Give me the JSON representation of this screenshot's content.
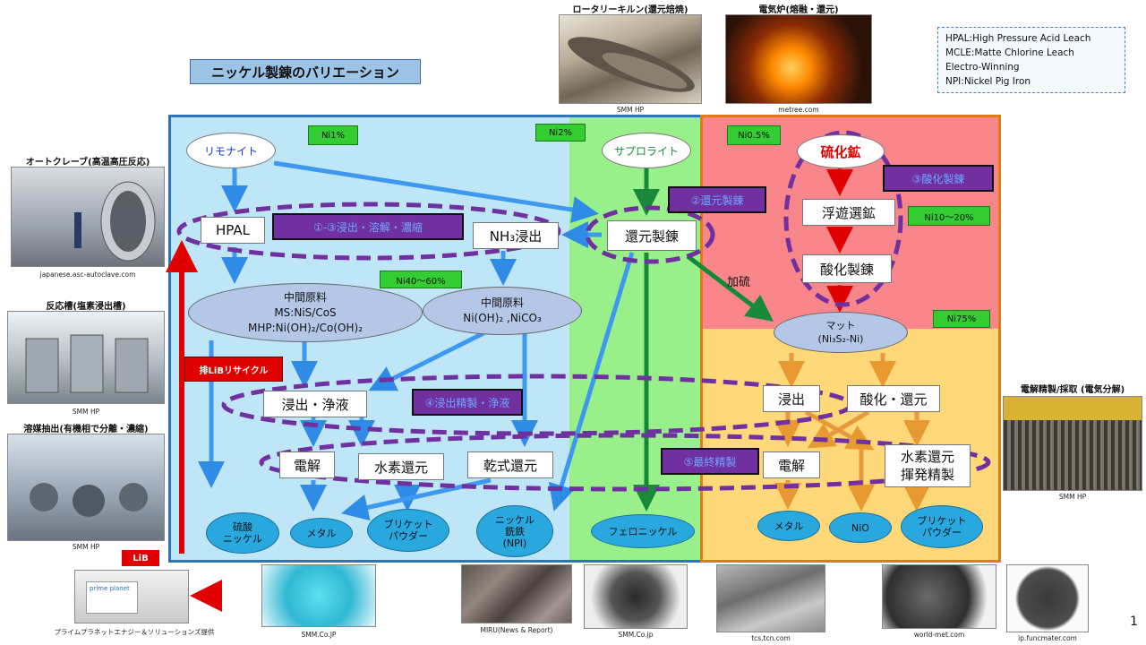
{
  "title": "ニッケル製錬のバリエーション",
  "legend": [
    "HPAL:High Pressure Acid Leach",
    "MCLE:Matte Chlorine Leach",
    "Electro-Winning",
    "NPI:Nickel Pig Iron"
  ],
  "page_number": "1",
  "photos": {
    "kiln": {
      "head": "ロータリーキルン(還元焙焼)",
      "cap": "SMM HP"
    },
    "furnace": {
      "head": "電気炉(熔融・還元)",
      "cap": "metree.com"
    },
    "autoclave": {
      "head": "オートクレーブ(高温高圧反応)",
      "cap": "japanese.asc-autoclave.com"
    },
    "reactor": {
      "head": "反応槽(塩素浸出槽)",
      "cap": "SMM HP"
    },
    "solvent": {
      "head": "溶媒抽出(有機相で分離・濃縮)",
      "cap": "SMM HP"
    },
    "electro": {
      "head": "電解精製/採取 (電気分解)",
      "cap": "SMM HP"
    },
    "battery": {
      "cap": "プライムプラネットエナジー＆ソリューションズ提供",
      "red_label": "LiB",
      "box_text": "prime planet"
    },
    "sulfate": {
      "cap": "SMM.Co.JP"
    },
    "npi": {
      "cap": "MIRU(News & Report)"
    },
    "ferro": {
      "cap": "SMM.Co.jp"
    },
    "metal": {
      "cap": "tcs.tcn.com"
    },
    "briquette": {
      "cap": "world-met.com"
    },
    "powder": {
      "cap": "ip.funcmater.com"
    }
  },
  "ores": {
    "limonite": "リモナイト",
    "saprolite": "サプロライト",
    "sulfide": "硫化鉱"
  },
  "grades": {
    "g1": "Ni1%",
    "g2": "Ni2%",
    "g3": "Ni0.5%",
    "g4": "Ni40～60%",
    "g5": "Ni10～20%",
    "g6": "Ni75%"
  },
  "processes": {
    "hpal": "HPAL",
    "nh3": "NH₃浸出",
    "reduction": "還元製錬",
    "flotation": "浮遊選鉱",
    "oxide_smelt": "酸化製錬",
    "leach1": "浸出・浄液",
    "electrolysis1": "電解",
    "h2red": "水素還元",
    "dryred": "乾式還元",
    "leach2": "浸出",
    "oxred": "酸化・還元",
    "electrolysis2": "電解",
    "h2red2a": "水素還元",
    "h2red2b": "揮発精製"
  },
  "intermediates": {
    "i1_title": "中間原料",
    "i1_line1": "MS:NiS/CoS",
    "i1_line2": "MHP:Ni(OH)₂/Co(OH)₂",
    "i2_title": "中間原料",
    "i2_line1": "Ni(OH)₂ ,NiCO₃",
    "matte_line1": "マット",
    "matte_line2": "(Ni₃S₂-Ni)"
  },
  "labels": {
    "sulfurize": "加硫",
    "recycle": "排LiBリサイクル"
  },
  "step_tags": {
    "t1": "①-③浸出・溶解・濃縮",
    "t2": "②還元製錬",
    "t3": "③酸化製錬",
    "t4": "④浸出精製・浄液",
    "t5": "⑤最終精製"
  },
  "products": {
    "p1": "硫酸\nニッケル",
    "p2": "メタル",
    "p3": "ブリケット\nパウダー",
    "p4": "ニッケル\n銑鉄\n(NPI)",
    "p5": "フェロニッケル",
    "p6": "メタル",
    "p7": "NiO",
    "p8": "ブリケット\nパウダー"
  }
}
